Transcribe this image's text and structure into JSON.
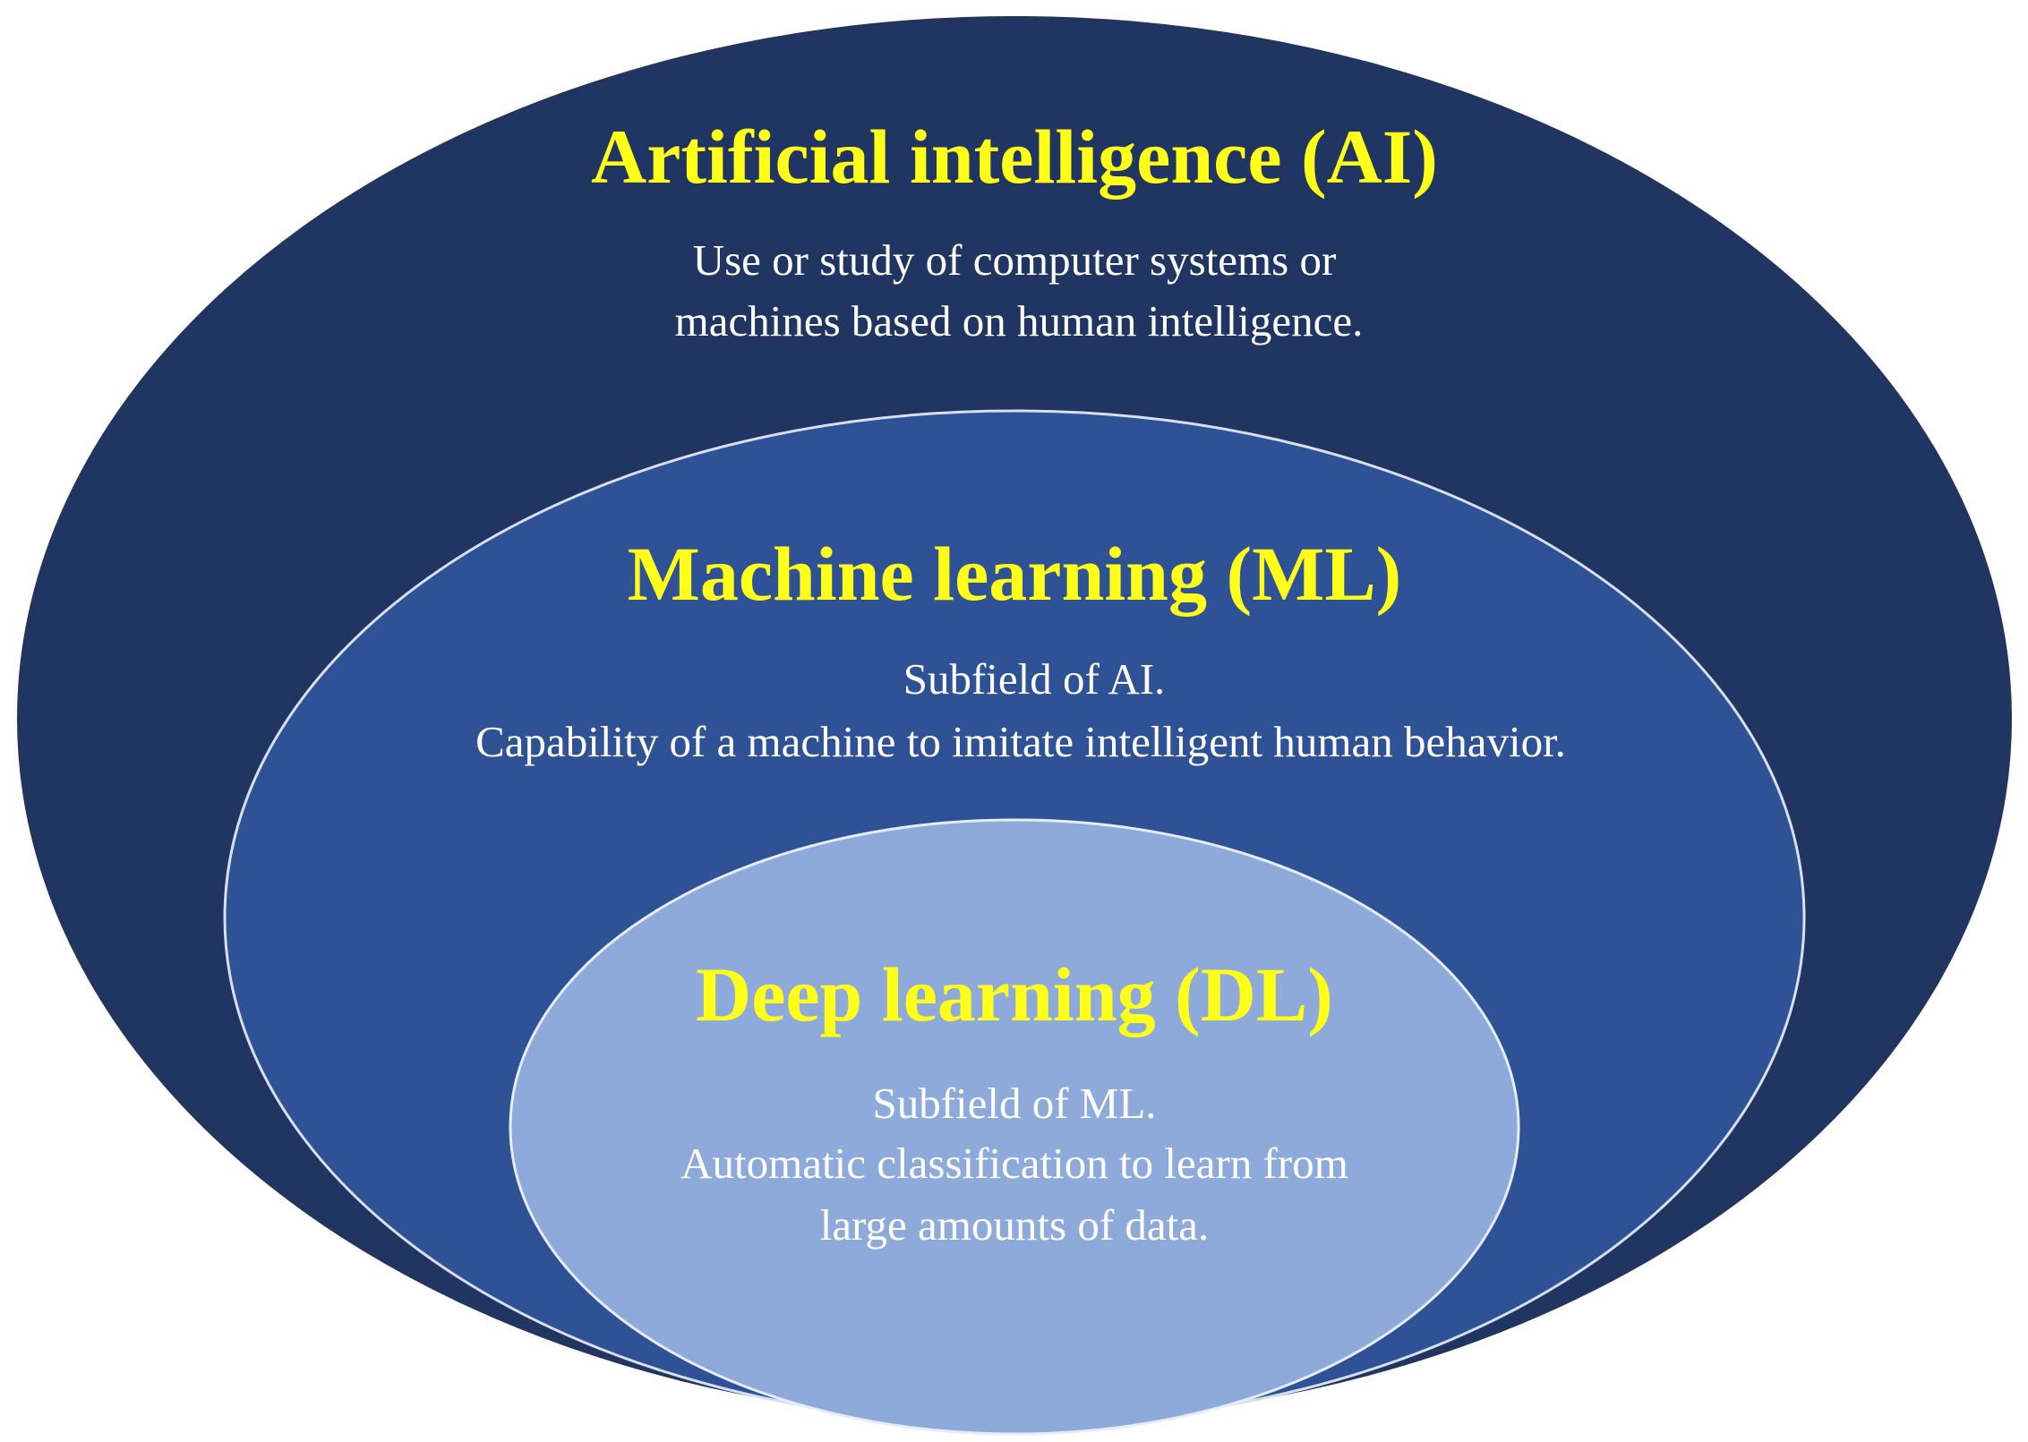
{
  "colors": {
    "outer_fill": "#213563",
    "middle_fill": "#2f5297",
    "inner_fill": "#8eaadb",
    "title_color": "#ffff1a",
    "desc_color": "#ffffff"
  },
  "diagram": {
    "ai": {
      "title": "Artificial intelligence (AI)",
      "lines": [
        "Use or study of computer systems or",
        "machines based on human intelligence."
      ]
    },
    "ml": {
      "title": "Machine learning (ML)",
      "lines": [
        "Subfield of AI.",
        "Capability of a machine to imitate intelligent human behavior."
      ]
    },
    "dl": {
      "title": "Deep learning (DL)",
      "lines": [
        "Subfield of ML.",
        "Automatic classification to learn from",
        "large amounts of data."
      ]
    }
  }
}
